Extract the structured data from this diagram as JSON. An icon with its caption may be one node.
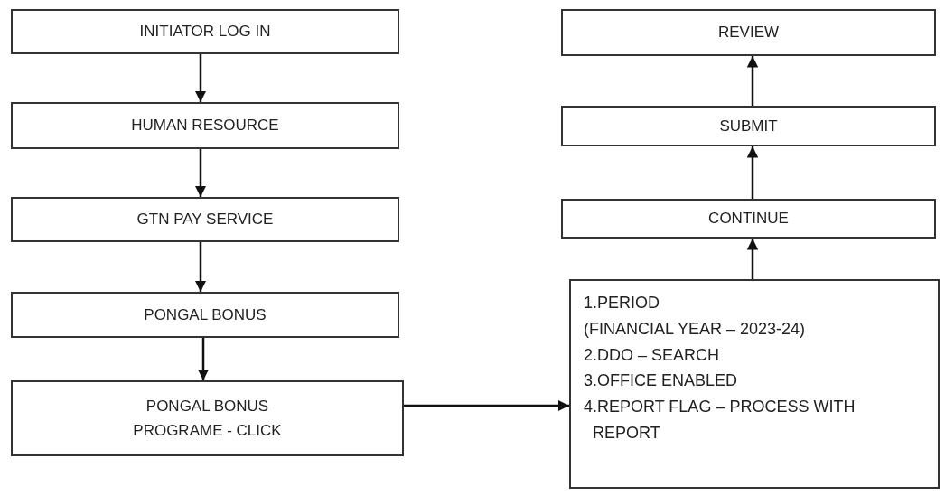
{
  "diagram": {
    "nodes": [
      {
        "text": [
          "INITIATOR LOG IN"
        ]
      },
      {
        "text": [
          "HUMAN RESOURCE"
        ]
      },
      {
        "text": [
          "GTN PAY SERVICE"
        ]
      },
      {
        "text": [
          "PONGAL BONUS"
        ]
      },
      {
        "text": [
          "PONGAL BONUS PROGRAME - CLICK"
        ]
      },
      {
        "text": [
          "1.PERIOD",
          "(FINANCIAL YEAR – 2023-24)",
          "2.DDO – SEARCH",
          "3.OFFICE ENABLED",
          "4.REPORT FLAG – PROCESS WITH REPORT"
        ]
      },
      {
        "text": [
          "CONTINUE"
        ]
      },
      {
        "text": [
          "SUBMIT"
        ]
      },
      {
        "text": [
          "REVIEW"
        ]
      }
    ],
    "edges": [
      {
        "from": 0,
        "to": 1,
        "arrow": "to"
      },
      {
        "from": 1,
        "to": 2,
        "arrow": "to"
      },
      {
        "from": 2,
        "to": 3,
        "arrow": "to"
      },
      {
        "from": 3,
        "to": 4,
        "arrow": "to"
      },
      {
        "from": 4,
        "to": 5,
        "arrow": "to"
      },
      {
        "from": 5,
        "to": 6,
        "arrow": "to"
      },
      {
        "from": 6,
        "to": 7,
        "arrow": "to"
      },
      {
        "from": 7,
        "to": 8,
        "arrow": "to"
      }
    ]
  }
}
